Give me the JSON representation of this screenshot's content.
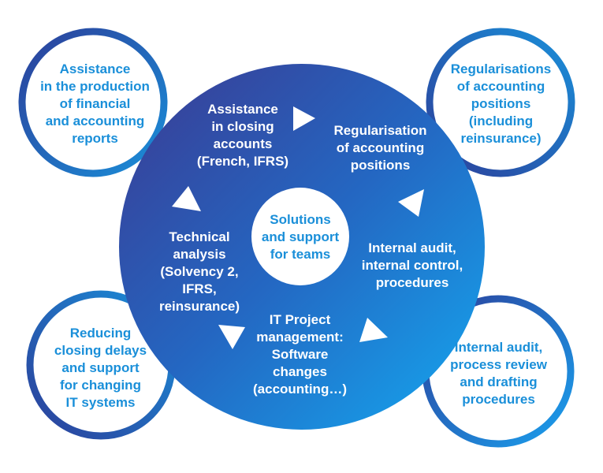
{
  "colors": {
    "outer_ring": "#1a8fd9",
    "inner_ring": "#2c3f9a",
    "disc_start": "#3b3a92",
    "disc_mid": "#2467c2",
    "disc_end": "#14a8f0",
    "outer_text": "#1a8fd9",
    "inner_text": "#ffffff"
  },
  "outer": {
    "top_left": "Assistance\nin the production\nof financial\nand accounting\nreports",
    "top_right": "Regularisations\nof accounting\npositions\n(including\nreinsurance)",
    "bottom_left": "Reducing\nclosing delays\nand support\nfor changing\nIT systems",
    "bottom_right": "Internal audit,\nprocess review\nand drafting\nprocedures"
  },
  "inner": {
    "closing": "Assistance\nin closing\naccounts\n(French, IFRS)",
    "regularisation": "Regularisation\nof accounting\npositions",
    "audit": "Internal audit,\ninternal control,\nprocedures",
    "it_project": "IT Project\nmanagement:\nSoftware\nchanges\n(accounting…)",
    "technical": "Technical\nanalysis\n(Solvency 2,\nIFRS,\nreinsurance)"
  },
  "center": "Solutions\nand support\nfor teams"
}
